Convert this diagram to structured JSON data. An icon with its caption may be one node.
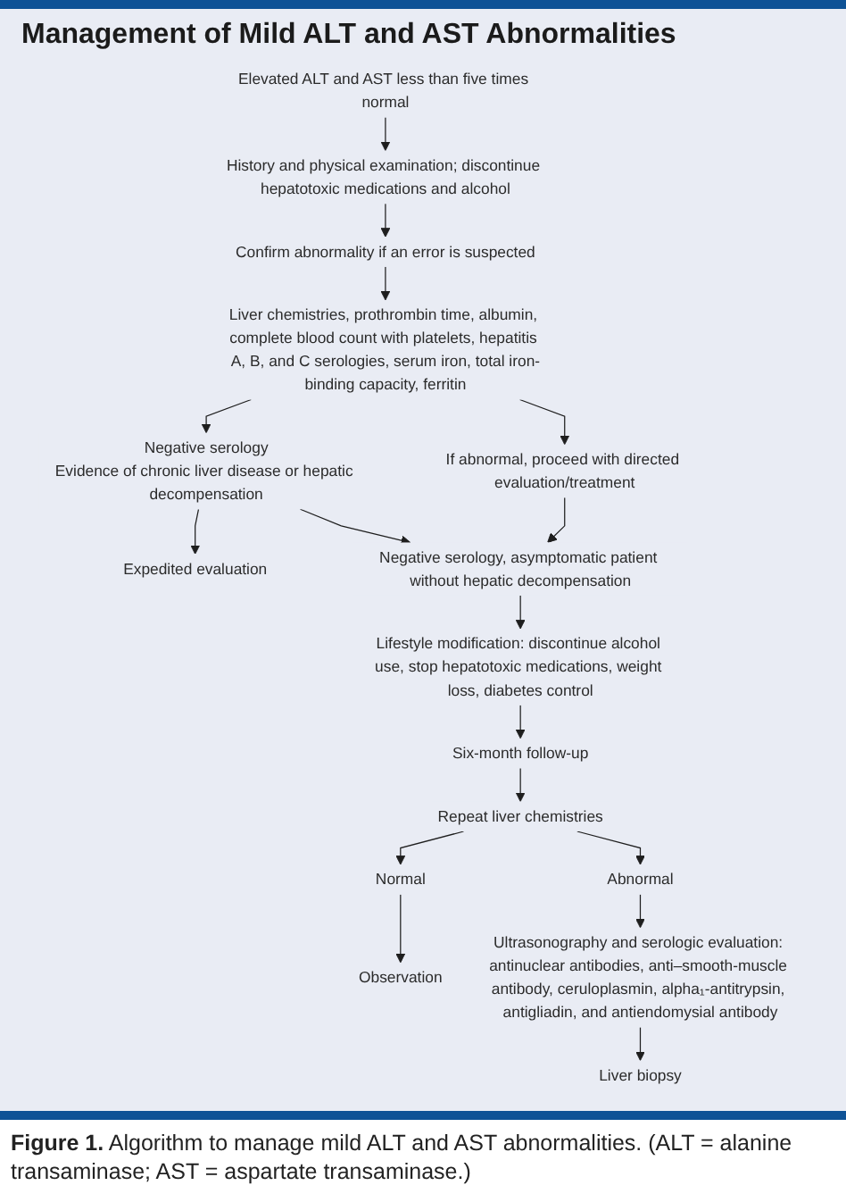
{
  "diagram": {
    "title": "Management of Mild ALT and AST Abnormalities",
    "caption": "**Figure 1.** Algorithm to manage mild ALT and AST abnormalities. (ALT = alanine transaminase; AST = aspartate transaminase.)",
    "nodes": [
      {
        "text": [
          "Elevated ALT and AST less than five times normal"
        ]
      },
      {
        "text": [
          "History and physical examination; discontinue hepatotoxic medications and alcohol"
        ]
      },
      {
        "text": [
          "Confirm abnormality if an error is suspected"
        ]
      },
      {
        "text": [
          "Liver chemistries, prothrombin time, albumin, complete blood count with platelets, hepatitis A, B, and C serologies, serum iron, total iron-binding capacity, ferritin"
        ]
      },
      {
        "text": [
          "Expedited evaluation"
        ]
      },
      {
        "text": [
          "Negative serology",
          "Evidence of chronic liver disease or hepatic decompensation"
        ]
      },
      {
        "text": [
          "If abnormal, proceed with directed evaluation/treatment"
        ]
      },
      {
        "text": [
          "Negative serology, asymptomatic patient without hepatic decompensation"
        ]
      },
      {
        "text": [
          "Lifestyle modification: discontinue alcohol use, stop hepatotoxic medications, weight loss, diabetes control"
        ]
      },
      {
        "text": [
          "Six-month follow-up"
        ]
      },
      {
        "text": [
          "Repeat liver chemistries"
        ]
      },
      {
        "text": [
          "Normal"
        ]
      },
      {
        "text": [
          "Observation"
        ]
      },
      {
        "text": [
          "Abnormal"
        ]
      },
      {
        "text": [
          "Ultrasonography and serologic evaluation: antinuclear antibodies, anti–smooth-muscle antibody, ceruloplasmin, alpha₁-antitrypsin, antigliadin, and antiendomysial antibody"
        ]
      },
      {
        "text": [
          "Liver biopsy"
        ]
      }
    ],
    "edges": [
      {
        "from": 0,
        "to": 1,
        "arrow": "to"
      },
      {
        "from": 1,
        "to": 2,
        "arrow": "to"
      },
      {
        "from": 2,
        "to": 3,
        "arrow": "to"
      },
      {
        "from": 3,
        "to": 5,
        "arrow": "to"
      },
      {
        "from": 3,
        "to": 6,
        "arrow": "to"
      },
      {
        "from": 5,
        "to": 4,
        "arrow": "to"
      },
      {
        "from": 5,
        "to": 7,
        "arrow": "to"
      },
      {
        "from": 6,
        "to": 7,
        "arrow": "to"
      },
      {
        "from": 7,
        "to": 8,
        "arrow": "to"
      },
      {
        "from": 8,
        "to": 9,
        "arrow": "to"
      },
      {
        "from": 9,
        "to": 10,
        "arrow": "to"
      },
      {
        "from": 10,
        "to": 11,
        "arrow": "to"
      },
      {
        "from": 11,
        "to": 12,
        "arrow": "to"
      },
      {
        "from": 10,
        "to": 13,
        "arrow": "to"
      },
      {
        "from": 13,
        "to": 14,
        "arrow": "to"
      },
      {
        "from": 14,
        "to": 15,
        "arrow": "to"
      }
    ]
  }
}
